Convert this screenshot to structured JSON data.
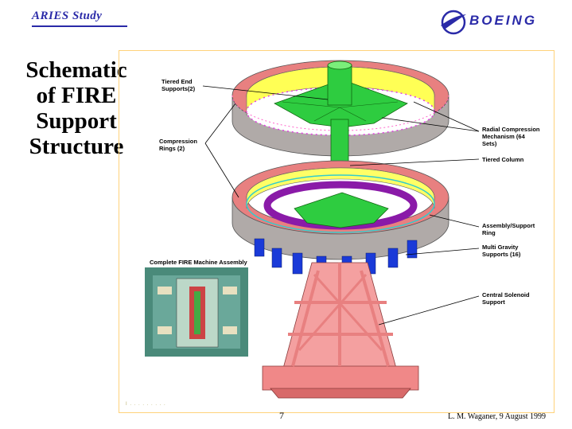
{
  "header": {
    "study_label": "ARIES  Study",
    "logo_text": "BOEING"
  },
  "title_lines": [
    "Schematic",
    "of FIRE",
    "Support",
    "Structure"
  ],
  "callouts": {
    "tiered_end_supports": [
      "Tiered End",
      "Supports(2)"
    ],
    "compression_rings": [
      "Compression",
      "Rings (2)"
    ],
    "radial_compression": [
      "Radial Compression",
      "Mechanism (64",
      "Sets)"
    ],
    "tiered_column": [
      "Tiered Column"
    ],
    "assembly_support_ring": [
      "Assembly/Support",
      "Ring"
    ],
    "multi_gravity_supports": [
      "Multi Gravity",
      "Supports (16)"
    ],
    "central_solenoid_support": [
      "Central Solenoid",
      "Support"
    ]
  },
  "inset_caption": "Complete FIRE Machine Assembly",
  "faint_note": "I . . . . . . . . .",
  "footer": {
    "page_number": "7",
    "author_date": "L. M. Waganer, 9 August 1999"
  },
  "colors": {
    "accent_blue": "#2a2aa8",
    "ring_pink": "#e88080",
    "column_green": "#2ecc40",
    "base_salmon": "#f08888"
  }
}
